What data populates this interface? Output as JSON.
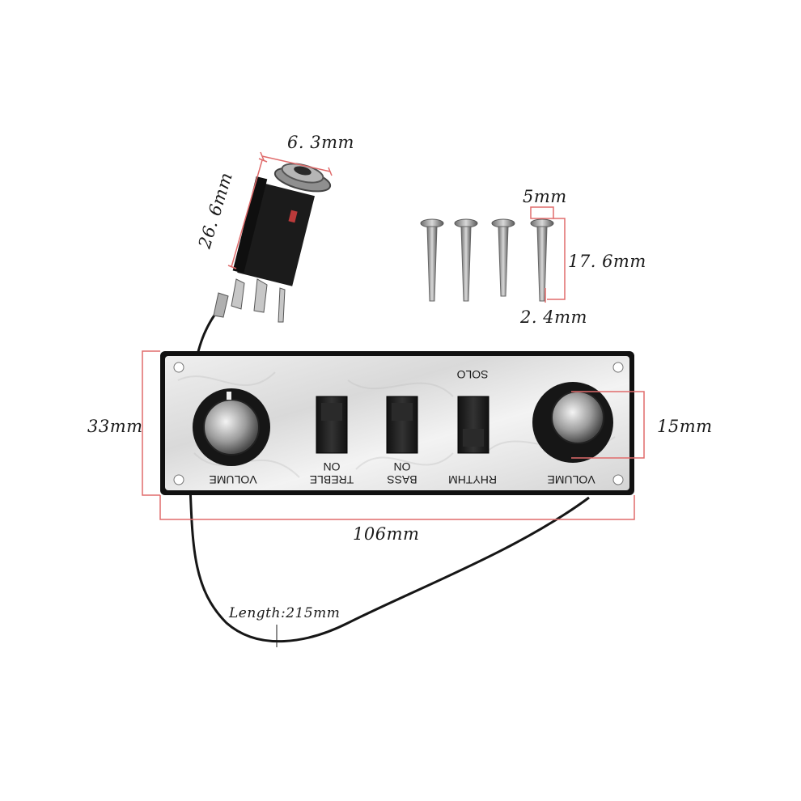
{
  "panel_labels": {
    "solo": "SOLO",
    "volume_left": "VOLUME",
    "treble": "TREBLE",
    "treble_on": "ON",
    "bass": "BASS",
    "bass_on": "ON",
    "rhythm": "RHYTHM",
    "volume_right": "VOLUME"
  },
  "dimensions": {
    "jack_diameter": "6. 3mm",
    "jack_length": "26. 6mm",
    "screw_head": "5mm",
    "screw_length": "17. 6mm",
    "screw_shaft": "2. 4mm",
    "panel_height": "33mm",
    "knob_diameter": "15mm",
    "panel_width": "106mm",
    "cable_length": "Length:215mm"
  },
  "colors": {
    "dimension_line": "#e06b6b",
    "panel_border": "#111111",
    "switch": "#1c1c1c"
  }
}
